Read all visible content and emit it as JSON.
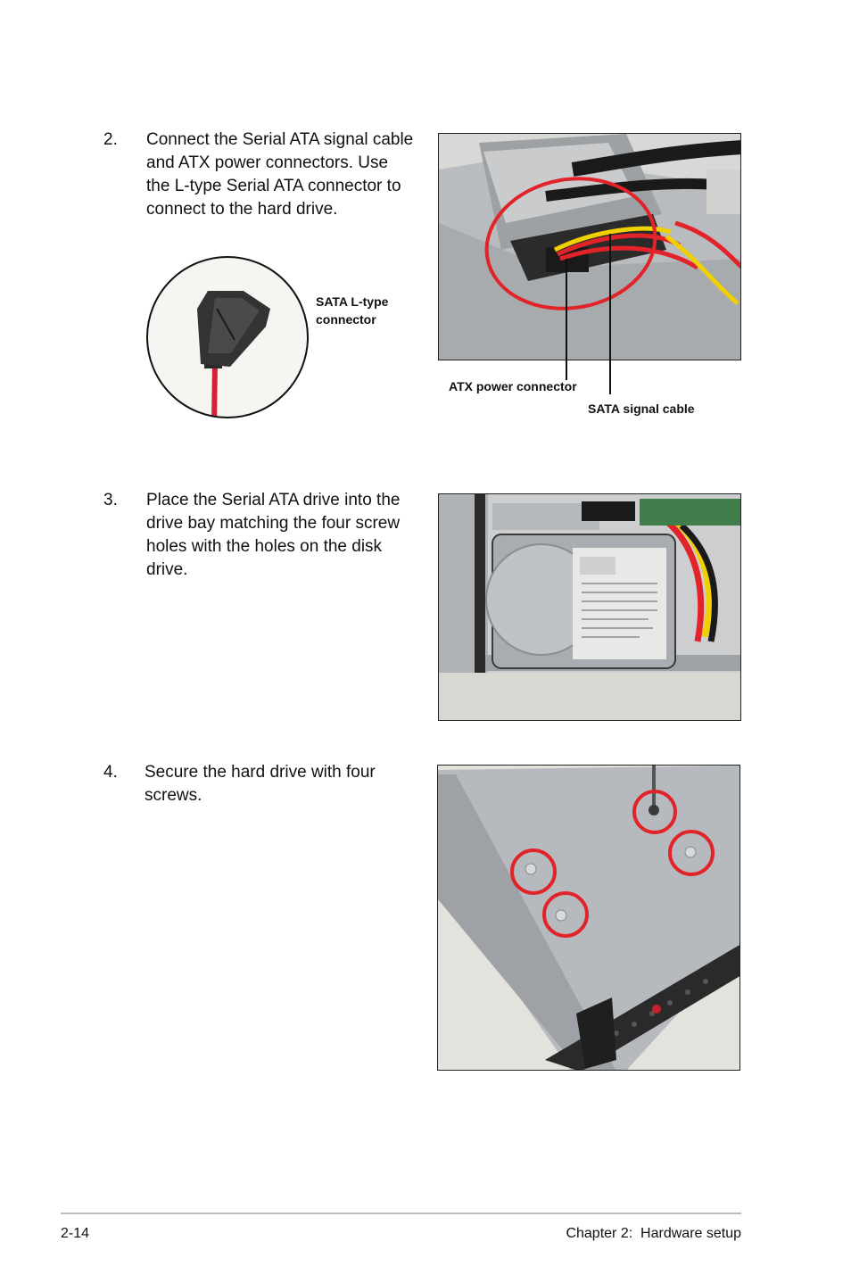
{
  "steps": [
    {
      "number": "2.",
      "lines": [
        "Connect the Serial ATA signal cable",
        "and ATX power connectors. Use",
        "the L-type Serial ATA connector to",
        "connect to the hard drive."
      ]
    },
    {
      "number": "3.",
      "lines": [
        "Place the Serial ATA drive into the",
        "drive bay matching the four screw",
        "holes with the holes on the disk",
        "drive."
      ]
    },
    {
      "number": "4.",
      "lines": [
        "Secure the hard drive with four",
        "screws."
      ]
    }
  ],
  "callouts": {
    "sata_ltype": [
      "SATA L-type",
      "connector"
    ],
    "atx_power": "ATX power connector",
    "sata_signal": "SATA signal cable"
  },
  "footer": {
    "page_number": "2-14",
    "chapter": "Chapter 2:  Hardware setup"
  },
  "colors": {
    "highlight_circle": "#e0242a",
    "sata_cable": "#d6203a"
  }
}
